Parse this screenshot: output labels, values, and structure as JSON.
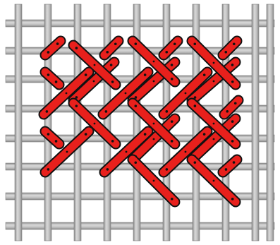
{
  "diagram": {
    "description_visible_text": "",
    "colors": {
      "background": "#ffffff",
      "canvas_threads": "#a9a9a9",
      "canvas_thread_highlight": "#dcdcdc",
      "canvas_thread_edge": "#7d7d7d",
      "stitch_fill": "#e8201c",
      "stitch_outline": "#111111",
      "needle_hole": "#111111"
    },
    "canvas": {
      "vertical_threads": 10,
      "horizontal_threads": 8
    },
    "stitches": {
      "short_diagonals": 11,
      "long_diagonals": 14
    }
  }
}
